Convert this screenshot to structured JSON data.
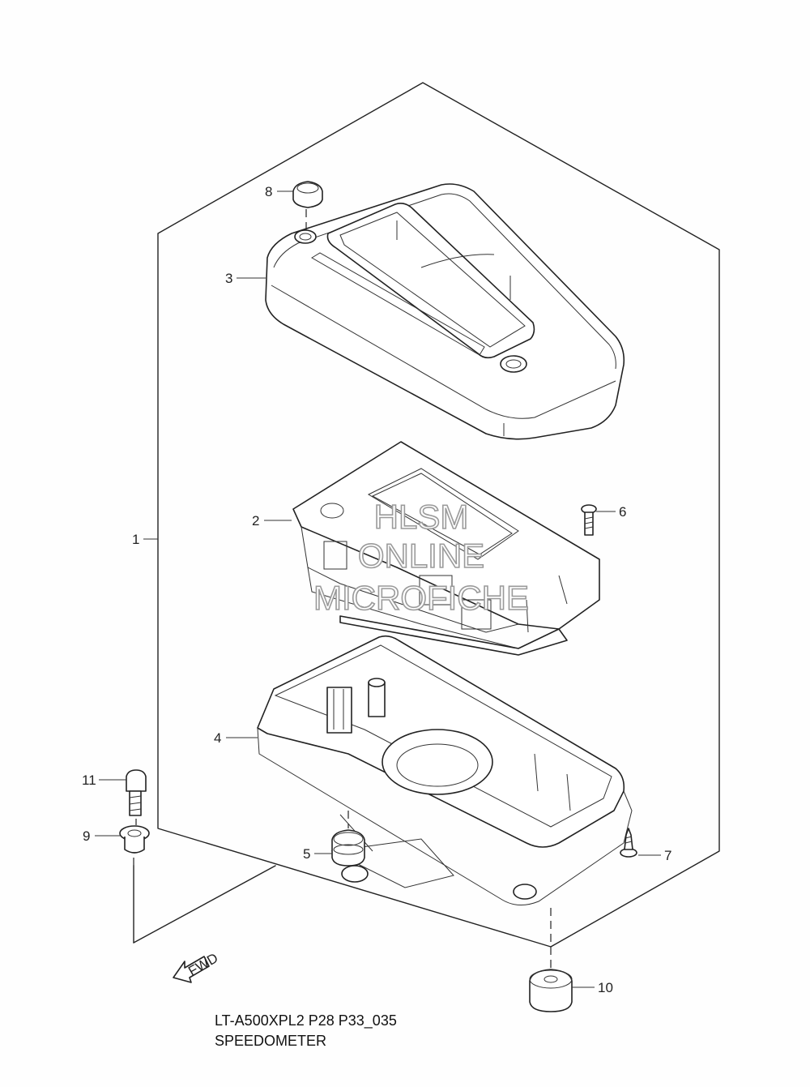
{
  "diagram": {
    "model_code": "LT-A500XPL2 P28 P33_035",
    "title": "SPEEDOMETER",
    "fwd_label": "FWD",
    "watermark": [
      "HLSM",
      "ONLINE",
      "MICROFICHE"
    ]
  },
  "callouts": [
    {
      "id": "1",
      "label": "1"
    },
    {
      "id": "2",
      "label": "2"
    },
    {
      "id": "3",
      "label": "3"
    },
    {
      "id": "4",
      "label": "4"
    },
    {
      "id": "5",
      "label": "5"
    },
    {
      "id": "6",
      "label": "6"
    },
    {
      "id": "7",
      "label": "7"
    },
    {
      "id": "8",
      "label": "8"
    },
    {
      "id": "9",
      "label": "9"
    },
    {
      "id": "10",
      "label": "10"
    },
    {
      "id": "11",
      "label": "11"
    }
  ]
}
